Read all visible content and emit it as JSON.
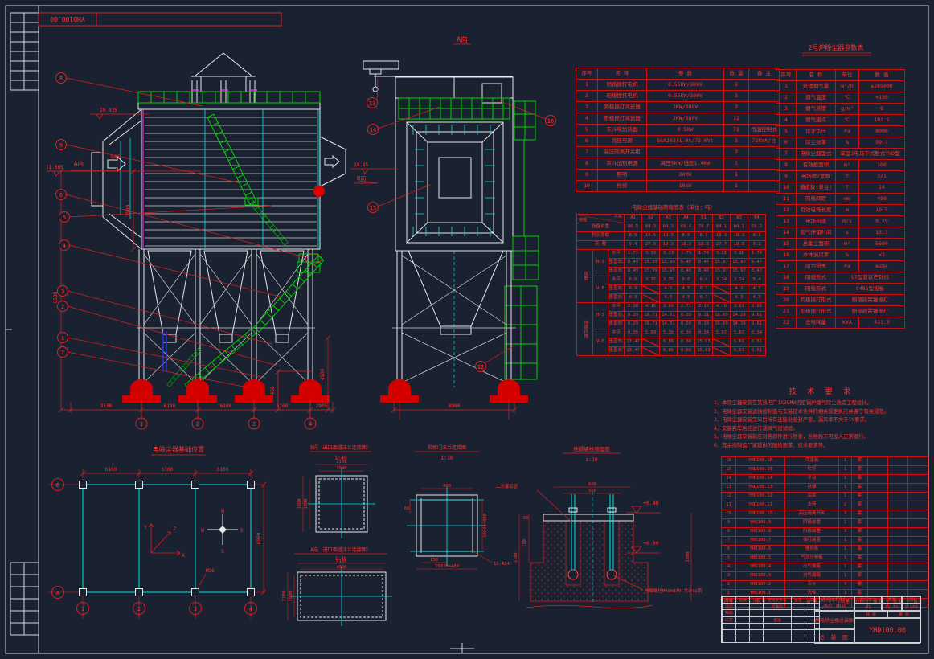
{
  "sheet": {
    "corner_code": "YHD100.00"
  },
  "front": {
    "a_label": "A向",
    "gas": "GAS",
    "level_upper": "20.435",
    "level_lower": "11.865",
    "balloons": [
      "8",
      "9",
      "6",
      "5",
      "4",
      "3",
      "2",
      "1",
      "7"
    ],
    "dims_bottom": [
      "3530",
      "6100",
      "6100",
      "6100",
      "2905"
    ],
    "grid": [
      "1",
      "2",
      "3",
      "4"
    ],
    "dim_total": "8500",
    "dim_mid": "3500",
    "dim_450": "450",
    "dim_4500": "4500"
  },
  "side": {
    "title": "A向",
    "level": "19.85",
    "b_label": "B向",
    "balloons": [
      "13",
      "14",
      "15",
      "16",
      "12"
    ],
    "dim_bottom": "8900"
  },
  "plan": {
    "title": "电除尘器基础位置",
    "dims_top": [
      "6100",
      "6100",
      "6100"
    ],
    "dim_right": "8900",
    "row_bubbles": [
      "B",
      "A"
    ],
    "col_bubbles": [
      "1",
      "2",
      "3",
      "4"
    ],
    "compass": {
      "n": "N",
      "e": "E",
      "s": "S",
      "w": "W"
    },
    "axes": {
      "x": "X",
      "y": "Y",
      "z": "Z"
    },
    "bolt_label": "M36"
  },
  "details": {
    "b": {
      "title": "B向（出口烟道法兰连接图）",
      "scale": "1:40",
      "dim_top_outer": "2100",
      "dim_top_inner": "2040",
      "dim_left_outer": "1960",
      "dim_left_inner": "1900"
    },
    "m": {
      "title": "检修门法兰连接图",
      "scale": "1:10",
      "dim_top": "400",
      "dim_left": "60",
      "dim_small": "150",
      "dim_bottom": "16X30=480",
      "dim_right": "10X48=480",
      "holes": "12-Φ24"
    },
    "a": {
      "title": "A向（进口烟道法兰连接图）",
      "scale": "1:40",
      "dim_top_outer": "4100",
      "dim_top_inner": "4000",
      "dim_left_outer": "2100",
      "dim_left_inner": "1900"
    },
    "anchor": {
      "title": "地脚螺栓预埋图",
      "scale": "1:10",
      "level_top": "+0.40",
      "level_zero": "+0.00",
      "dim_top_outer": "600",
      "dim_top_inner": "500",
      "dim_left_small": "50",
      "dim_left_mid": "150",
      "dim_left_tall": "1100",
      "dim_right": "1800",
      "grout_label": "二次灌浆层",
      "bolt_label": "地脚螺栓M40X870 共计32套"
    }
  },
  "equip_table": {
    "headers": [
      "序号",
      "名    称",
      "参    数",
      "数 量",
      "备 注"
    ],
    "rows": [
      [
        "1",
        "阴极振打电机",
        "0.55KW/380V",
        "3",
        ""
      ],
      [
        "2",
        "阳极振打电机",
        "0.55KW/380V",
        "3",
        ""
      ],
      [
        "3",
        "阴极振打减速器",
        "2KW/380V",
        "3",
        ""
      ],
      [
        "4",
        "阳极振打减速器",
        "2KW/380V",
        "12",
        ""
      ],
      [
        "5",
        "灰斗电加热器",
        "0.5KW",
        "72",
        "恒温控制式"
      ],
      [
        "6",
        "高压电源",
        "GGAJ02(1.0A/72 KV)",
        "3",
        "72KVA/台"
      ],
      [
        "7",
        "高压隔离开关柜",
        "",
        "3",
        ""
      ],
      [
        "8",
        "灰斗加热电源",
        "高压5KW/低压1.4KW",
        "1",
        ""
      ],
      [
        "9",
        "照明",
        "20KW",
        "1",
        ""
      ],
      [
        "10",
        "检修",
        "10KW",
        "1",
        ""
      ]
    ]
  },
  "param_table": {
    "title": "2号炉除尘器参数表",
    "headers": [
      "序号",
      "名  称",
      "单位",
      "数  值"
    ],
    "rows": [
      [
        "1",
        "处理烟气量",
        "m³/h",
        "≤285000"
      ],
      [
        "2",
        "烟气温度",
        "℃",
        "<150"
      ],
      [
        "3",
        "烟气浓度",
        "g/m³",
        "8"
      ],
      [
        "4",
        "烟气露点",
        "℃",
        "101.5"
      ],
      [
        "5",
        "设计负压",
        "Pa",
        "8000"
      ],
      [
        "6",
        "除尘效率",
        "%",
        "99.1"
      ],
      [
        "7",
        "电除尘器型式",
        "",
        "单室3电场干式卧式YHD型"
      ],
      [
        "8",
        "有效截面积",
        "m²",
        "100"
      ],
      [
        "9",
        "电场数/室数",
        "个",
        "3/1"
      ],
      [
        "10",
        "通道数(单台)",
        "个",
        "24"
      ],
      [
        "11",
        "同极间距",
        "mm",
        "400"
      ],
      [
        "12",
        "有效电场长度",
        "m",
        "10.5"
      ],
      [
        "13",
        "电场风速",
        "m/s",
        "0.79"
      ],
      [
        "14",
        "烟气停留时间",
        "s",
        "13.3"
      ],
      [
        "15",
        "总集尘面积",
        "m²",
        "5600"
      ],
      [
        "16",
        "本体漏风率",
        "%",
        "<3"
      ],
      [
        "17",
        "阻力损失",
        "Pa",
        "≤284"
      ],
      [
        "18",
        "阴极形式",
        "",
        "LT型管状芒刺线"
      ],
      [
        "19",
        "阳极形式",
        "",
        "C485型极板"
      ],
      [
        "20",
        "阴极振打形式",
        "",
        "侧部挠臂锤振打"
      ],
      [
        "21",
        "阳极振打形式",
        "",
        "侧部挠臂锤振打"
      ],
      [
        "22",
        "总电耗量",
        "KVA",
        "411.3"
      ]
    ]
  },
  "load_table": {
    "title": "电除尘器基础荷载图表（单位：吨）",
    "corner_top": "支座",
    "corner_bottom": "荷载",
    "cols": [
      "A1",
      "A2",
      "A3",
      "A4",
      "B1",
      "B2",
      "B3",
      "B4"
    ],
    "simple_rows": [
      {
        "label": "设备自重",
        "values": [
          "80.5",
          "84.3",
          "84.3",
          "69.4",
          "78.7",
          "84.1",
          "84.1",
          "69.2"
        ]
      },
      {
        "label": "积灰荷载",
        "values": [
          "8.5",
          "19.5",
          "19.5",
          "8.5",
          "8.1",
          "18.3",
          "18.3",
          "8.1"
        ]
      },
      {
        "label": "灰  载",
        "values": [
          "9.4",
          "27.9",
          "19.9",
          "18.9",
          "18.3",
          "27.7",
          "18.3",
          "9.2"
        ]
      }
    ],
    "groups": [
      {
        "label": "风载",
        "subs": [
          {
            "label": "H-S",
            "rows": [
              {
                "label": "水平",
                "values": [
                  "1.71",
                  "3.33",
                  "3.33",
                  "1.79",
                  "1.74",
                  "3.21",
                  "3.28",
                  "1.74"
                ]
              },
              {
                "label": "垂直向上",
                "values": [
                  "8.49",
                  "15.99",
                  "15.99",
                  "8.48",
                  "8.47",
                  "15.97",
                  "15.97",
                  "8.47"
                ]
              },
              {
                "label": "垂直向下",
                "values": [
                  "8.49",
                  "15.99",
                  "15.99",
                  "8.48",
                  "8.47",
                  "15.97",
                  "15.97",
                  "8.47"
                ]
              }
            ]
          },
          {
            "label": "V-E",
            "rows": [
              {
                "label": "水平",
                "values": [
                  "0.6",
                  "3.35",
                  "3.35",
                  "0.6",
                  "0.4",
                  "3.24",
                  "3.24",
                  "0.4"
                ]
              },
              {
                "label": "垂直向上",
                "values": [
                  "0.9",
                  "/",
                  "4.5",
                  "4.5",
                  "0.7",
                  "/",
                  "4.3",
                  "4.3"
                ]
              },
              {
                "label": "垂直向下",
                "values": [
                  "0.9",
                  "/",
                  "4.5",
                  "4.5",
                  "0.7",
                  "/",
                  "4.3",
                  "4.3"
                ]
              }
            ]
          }
        ]
      },
      {
        "label": "地震作用",
        "subs": [
          {
            "label": "H-S",
            "rows": [
              {
                "label": "水平",
                "values": [
                  "2.38",
                  "4.15",
                  "3.64",
                  "2.71",
                  "2.16",
                  "4.10",
                  "3.61",
                  "2.66"
                ]
              },
              {
                "label": "垂直向上",
                "values": [
                  "8.29",
                  "16.71",
                  "14.31",
                  "8.28",
                  "8.11",
                  "16.69",
                  "14.28",
                  "9.61"
                ]
              },
              {
                "label": "垂直向下",
                "values": [
                  "8.29",
                  "16.71",
                  "14.31",
                  "8.28",
                  "8.13",
                  "16.69",
                  "14.26",
                  "9.61"
                ]
              }
            ]
          },
          {
            "label": "V-E",
            "rows": [
              {
                "label": "水平",
                "values": [
                  "0.35",
                  "5.99",
                  "5.36",
                  "0.30",
                  "0.34",
                  "5.67",
                  "5.67",
                  "0.34"
                ]
              },
              {
                "label": "垂直向上",
                "values": [
                  "13.47",
                  "/",
                  "6.86",
                  "8.68",
                  "15.63",
                  "/",
                  "6.61",
                  "6.61"
                ]
              },
              {
                "label": "垂直向下",
                "values": [
                  "13.47",
                  "/",
                  "6.86",
                  "8.68",
                  "15.63",
                  "/",
                  "6.61",
                  "6.61"
                ]
              }
            ]
          }
        ]
      }
    ]
  },
  "notes": {
    "title": "技 术 要 求",
    "lines": [
      "1、本除尘器安装在某热电厂1X25MW机组锅炉烟气除尘改造工程设计。",
      "2、电除尘器安装运输按制造与安装技术条件的相关规定执行并遵守有关规范。",
      "3、电除尘器安装完毕后所有连接处密封严密，漏风率不大于1%要求。",
      "4、安装完毕后应进行通风气密试验。",
      "5、电除尘器安装前应对各部件进行检查，合格后方可投入正常运行。",
      "6、其余按制造厂家提供的图纸要求、技术要求等。"
    ]
  },
  "bom": {
    "headers": [
      "序号",
      "代  号",
      "名  称",
      "数量",
      "材料",
      "单重",
      "总重",
      "备注"
    ],
    "rows": [
      [
        "1",
        "YHD100.1",
        "壳体",
        "1",
        "套"
      ],
      [
        "2",
        "YHD100.2",
        "灰斗",
        "3",
        "套"
      ],
      [
        "3",
        "YHD100.3",
        "进气烟箱",
        "1",
        "套"
      ],
      [
        "4",
        "YHD100.4",
        "出气烟箱",
        "1",
        "套"
      ],
      [
        "5",
        "YHD100.5",
        "气流分布板",
        "1",
        "套"
      ],
      [
        "6",
        "YHD100.6",
        "槽形板",
        "1",
        "套"
      ],
      [
        "7",
        "YHD100.7",
        "振打装置",
        "1",
        "套"
      ],
      [
        "8",
        "YHD100.8",
        "阳极装置",
        "3",
        "套"
      ],
      [
        "9",
        "YHD100.9",
        "阴极装置",
        "1",
        "套"
      ],
      [
        "10",
        "YHD100.10",
        "高压隔离开关",
        "3",
        "套"
      ],
      [
        "11",
        "YHD100.11",
        "支座",
        "2",
        "套"
      ],
      [
        "12",
        "YHD100.12",
        "底梁",
        "1",
        "套"
      ],
      [
        "13",
        "YHD100.13",
        "扶梯",
        "1",
        "套"
      ],
      [
        "14",
        "YHD100.14",
        "平台",
        "1",
        "套"
      ],
      [
        "15",
        "YHD100.15",
        "栏杆",
        "1",
        "套"
      ],
      [
        "16",
        "YHD100.16",
        "保温箱",
        "1",
        "套"
      ]
    ]
  },
  "titleblock": {
    "tech_spec": "通用技术条件",
    "tech_spec_code": "JB/T 5910",
    "product": "静电除尘器总装图",
    "doc_type": "总 装 图",
    "drawing_no": "YHD100.00",
    "stage_label": "阶段标记",
    "mass_label": "质量",
    "scale_label": "比例",
    "stage": "A1",
    "mass": "82.5t",
    "scale": "1:100",
    "sheets_total": "共 张",
    "sheets_no": "第 张",
    "left_rows": [
      [
        "标记",
        "处数",
        "分区",
        "更改文件号",
        "签名",
        "日期"
      ],
      [
        "设计",
        "",
        "",
        "标准化",
        "",
        ""
      ],
      [
        "审核",
        "",
        "",
        "",
        "",
        ""
      ],
      [
        "工艺",
        "",
        "",
        "批准",
        "",
        ""
      ],
      [
        "",
        "",
        "",
        "",
        "",
        ""
      ],
      [
        "",
        "",
        "",
        "",
        "",
        ""
      ],
      [
        "",
        "",
        "",
        "",
        "",
        ""
      ]
    ]
  }
}
